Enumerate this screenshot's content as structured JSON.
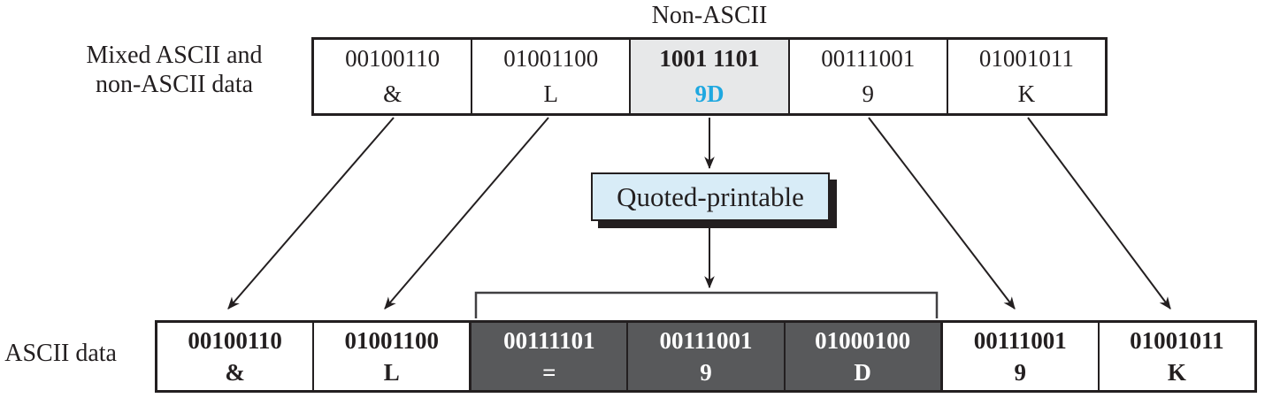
{
  "labels": {
    "non_ascii": "Non-ASCII",
    "mixed_line1": "Mixed ASCII and",
    "mixed_line2": "non-ASCII data",
    "encoder": "Quoted-printable",
    "ascii_data": "ASCII data"
  },
  "source_cells": [
    {
      "bits": "00100110",
      "char": "&"
    },
    {
      "bits": "01001100",
      "char": "L"
    },
    {
      "bits": "1001 1101",
      "char": "9D"
    },
    {
      "bits": "00111001",
      "char": "9"
    },
    {
      "bits": "01001011",
      "char": "K"
    }
  ],
  "result_cells": [
    {
      "bits": "00100110",
      "char": "&"
    },
    {
      "bits": "01001100",
      "char": "L"
    },
    {
      "bits": "00111101",
      "char": "="
    },
    {
      "bits": "00111001",
      "char": "9"
    },
    {
      "bits": "01000100",
      "char": "D"
    },
    {
      "bits": "00111001",
      "char": "9"
    },
    {
      "bits": "01001011",
      "char": "K"
    }
  ],
  "colors": {
    "ink": "#231f20",
    "highlight_bg": "#e7e8e9",
    "hex_blue": "#1fa8e0",
    "encoder_bg": "#d8ecf7",
    "dark_cell_bg": "#58595b",
    "bracket": "#414042"
  }
}
